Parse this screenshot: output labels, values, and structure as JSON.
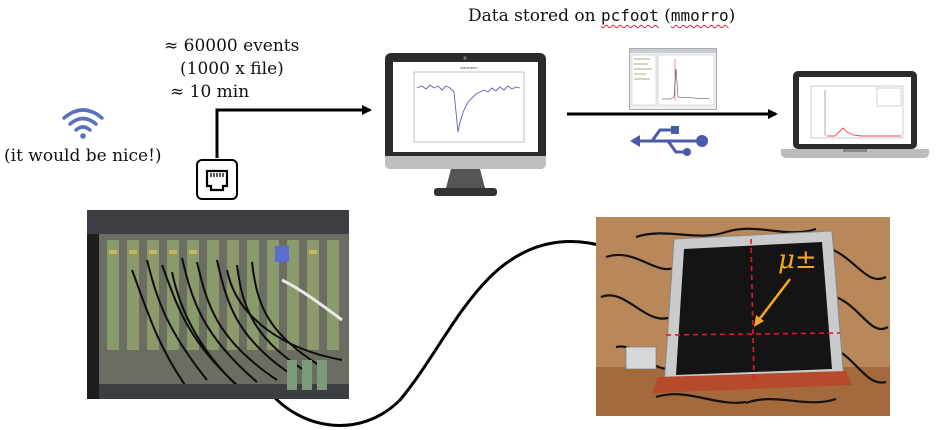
{
  "top": {
    "prefix": "Data stored on ",
    "host": "pcfoot",
    "paren_open": " (",
    "user": "mmorro",
    "paren_close": ")"
  },
  "acquisition": {
    "events": "≈ 60000 events",
    "per_file": "(1000 x file)",
    "duration": "≈ 10 min"
  },
  "wifi": {
    "icon": "wifi-icon",
    "note": "(it would be nice!)"
  },
  "detector": {
    "particle": "μ±"
  },
  "icons": {
    "ethernet": "ethernet-port-icon",
    "usb": "usb-icon",
    "monitor": "desktop-monitor-icon",
    "laptop": "laptop-icon"
  },
  "colors": {
    "arrow": "#000000",
    "wifi": "#5a6fc0",
    "usb": "#5a6fc0",
    "muon": "#f5a623",
    "crosshair": "#e0182d"
  }
}
